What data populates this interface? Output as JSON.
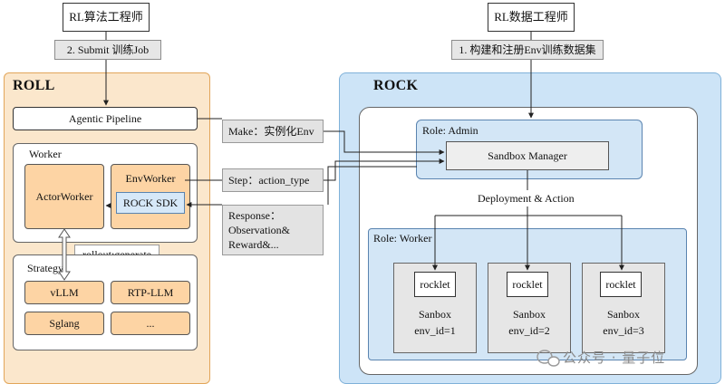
{
  "top": {
    "rl_algo_engineer": "RL算法工程师",
    "rl_data_engineer": "RL数据工程师",
    "submit_label": "2. Submit 训练Job",
    "build_label": "1. 构建和注册Env训练数据集"
  },
  "roll": {
    "title": "ROLL",
    "agentic_pipeline": "Agentic Pipeline",
    "worker_title": "Worker",
    "actor_worker": "ActorWorker",
    "env_worker": "EnvWorker",
    "rock_sdk": "ROCK SDK",
    "rollout": "rollout:generate",
    "strategy_title": "Strategy",
    "strategies": [
      "vLLM",
      "RTP-LLM",
      "Sglang",
      "..."
    ]
  },
  "messages": {
    "make": "Make：实例化Env",
    "step": "Step：action_type",
    "response_1": "Response：",
    "response_2": "Observation&",
    "response_3": "Reward&..."
  },
  "rock": {
    "title": "ROCK",
    "role_admin": "Role: Admin",
    "sandbox_manager": "Sandbox Manager",
    "deployment": "Deployment & Action",
    "role_worker": "Role: Worker",
    "sandboxes": [
      {
        "rocklet": "rocklet",
        "name": "Sanbox",
        "env": "env_id=1"
      },
      {
        "rocklet": "rocklet",
        "name": "Sanbox",
        "env": "env_id=2"
      },
      {
        "rocklet": "rocklet",
        "name": "Sanbox",
        "env": "env_id=3"
      }
    ]
  },
  "watermark": "公众号 · 量子位"
}
